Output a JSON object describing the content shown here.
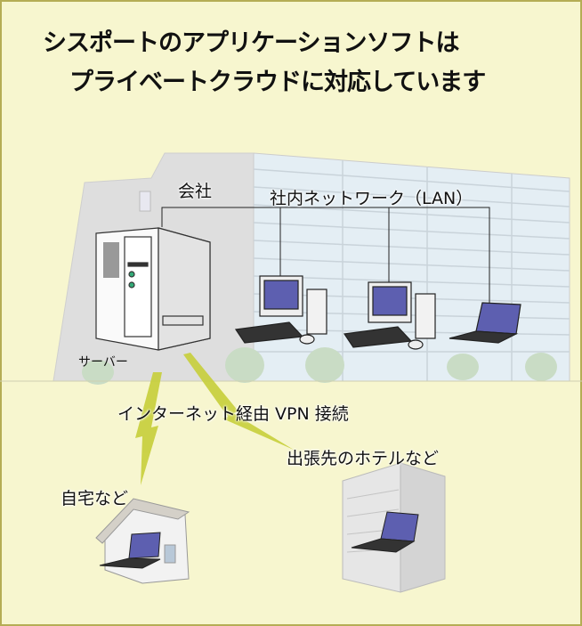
{
  "title": {
    "line1": "シスポートのアプリケーションソフトは",
    "line2": "プライベートクラウドに対応しています"
  },
  "labels": {
    "company": "会社",
    "lan": "社内ネットワーク（LAN）",
    "server": "サーバー",
    "vpn": "インターネット経由 VPN 接続",
    "hotel": "出張先のホテルなど",
    "home": "自宅など"
  },
  "colors": {
    "background": "#f7f6cf",
    "border": "#b5ad55",
    "screen": "#5d5fb0",
    "lightning": "#c7cf3a"
  }
}
